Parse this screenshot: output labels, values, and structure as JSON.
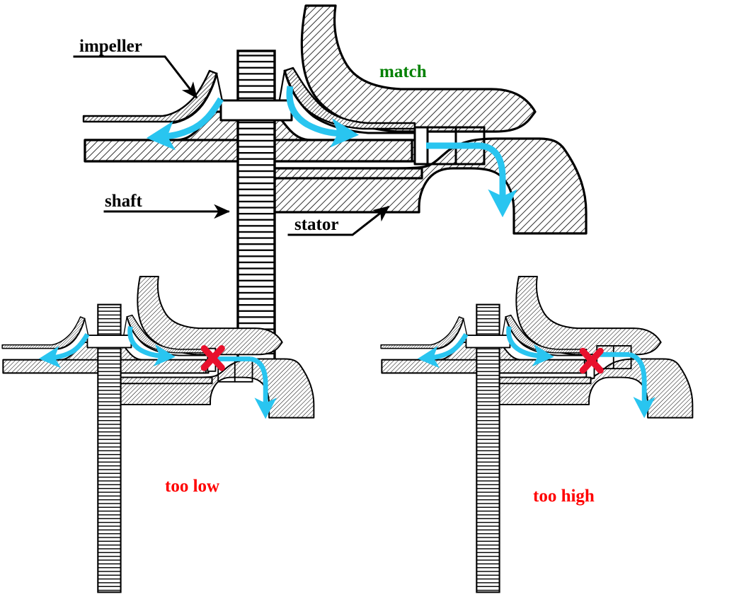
{
  "figure": {
    "title": "Impeller and stator radial matching cross-section",
    "background": "#ffffff"
  },
  "colors": {
    "outline": "#000000",
    "flow_arrow": "#29C5F0",
    "match_label": "#008000",
    "error_label": "#FF0000",
    "x_mark": "#E8112D",
    "hatch": "#000000",
    "paper": "#ffffff"
  },
  "labels": {
    "impeller": "impeller",
    "shaft": "shaft",
    "stator": "stator",
    "match": "match",
    "too_low": "too low",
    "too_high": "too high"
  },
  "panels": [
    {
      "id": "main",
      "name": "matched-configuration",
      "status_label": "match",
      "status_color": "#008000",
      "callouts": [
        "impeller",
        "shaft",
        "stator"
      ],
      "flow_arrow_count": 4,
      "x_mark": false
    },
    {
      "id": "low",
      "name": "too-low-configuration",
      "status_label": "too low",
      "status_color": "#FF0000",
      "callouts": [],
      "flow_arrow_count": 3,
      "x_mark": true
    },
    {
      "id": "high",
      "name": "too-high-configuration",
      "status_label": "too high",
      "status_color": "#FF0000",
      "callouts": [],
      "flow_arrow_count": 3,
      "x_mark": true
    }
  ],
  "icons": {
    "x_mark": "x-mark-icon",
    "flow_arrow": "flow-arrow-icon",
    "leader_arrow": "leader-arrow-icon"
  }
}
